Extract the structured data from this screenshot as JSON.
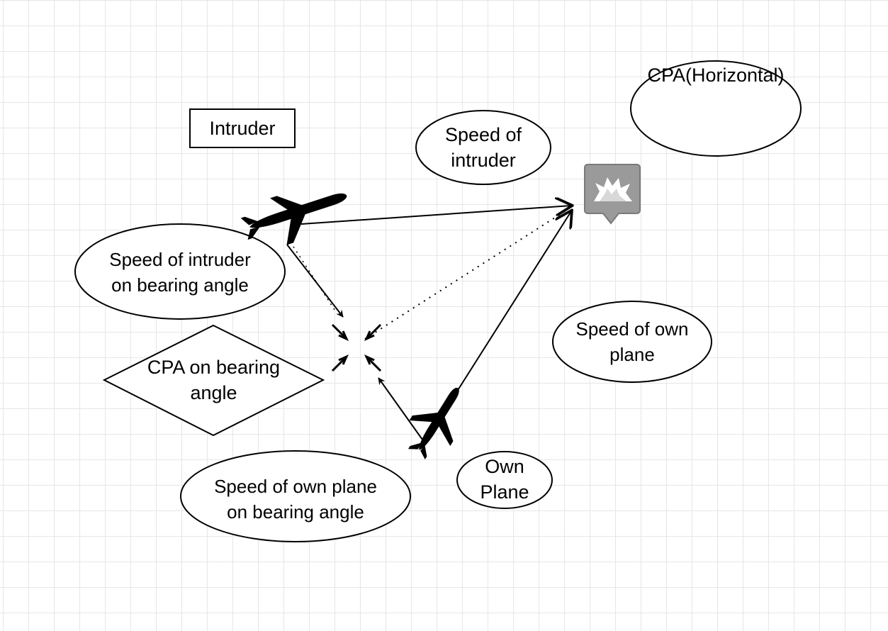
{
  "labels": {
    "intruder": "Intruder",
    "speed_of_intruder": "Speed of\nintruder",
    "cpa_horizontal": "CPA(Horizontal)",
    "speed_of_intruder_on_bearing": "Speed of intruder\non bearing angle",
    "cpa_on_bearing": "CPA on bearing\nangle",
    "speed_of_own_plane": "Speed of own\nplane",
    "own_plane": "Own\nPlane",
    "speed_of_own_plane_on_bearing": "Speed of own plane\non bearing angle"
  },
  "icons": {
    "intruder_plane": "airplane-icon",
    "own_plane": "airplane-icon",
    "collision": "explosion-icon"
  },
  "colors": {
    "stroke": "#000000",
    "marker_fill": "#9a9a9a",
    "grid": "#e6e6e6"
  }
}
